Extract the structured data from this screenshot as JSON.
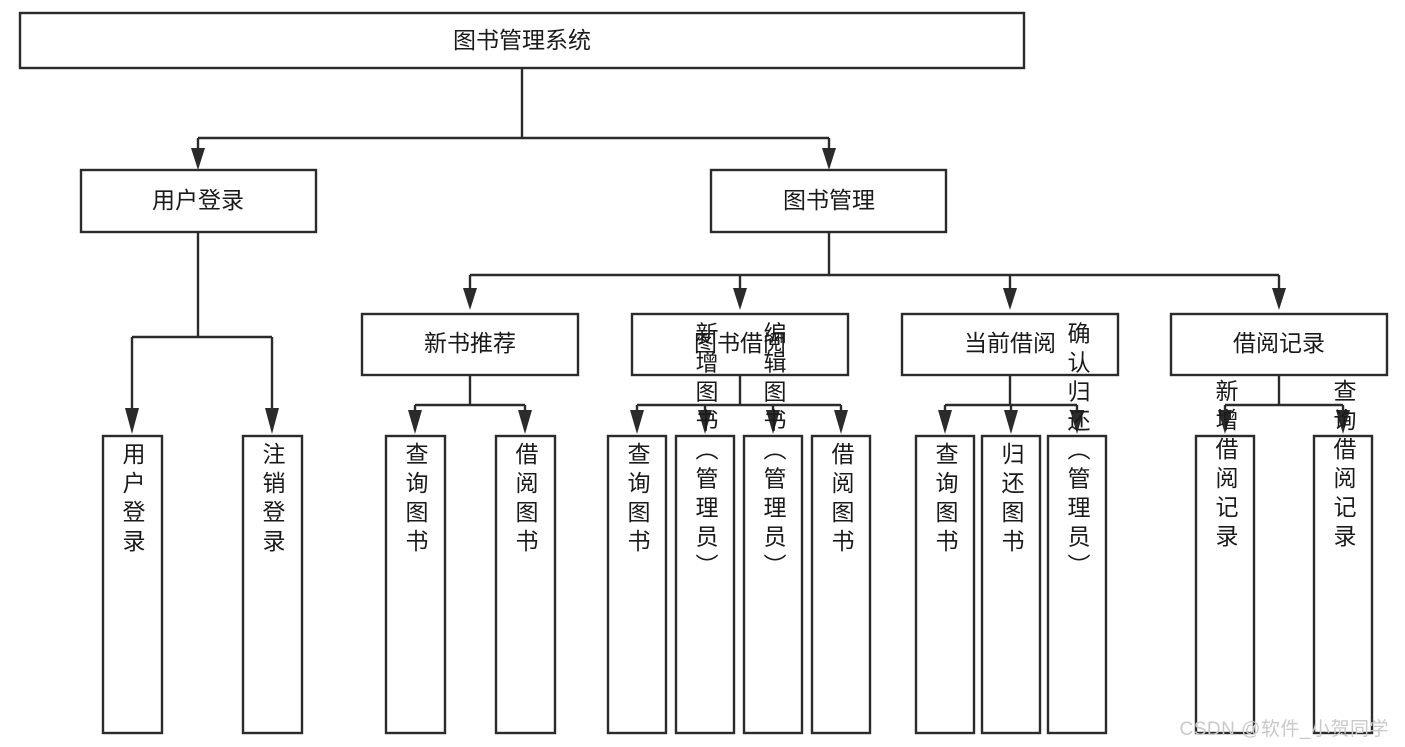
{
  "diagram": {
    "type": "tree-hierarchy-chart",
    "title": "图书管理系统",
    "colors": {
      "box_fill": "#ffffff",
      "box_stroke": "#2b2b2b",
      "text": "#1a1a1a",
      "background": "#ffffff",
      "watermark": "#c9c9c9"
    },
    "levels": [
      {
        "level": 1,
        "nodes": [
          {
            "id": "root",
            "label": "图书管理系统",
            "orientation": "horizontal"
          }
        ]
      },
      {
        "level": 2,
        "nodes": [
          {
            "id": "user-login",
            "label": "用户登录",
            "orientation": "horizontal",
            "parent": "root"
          },
          {
            "id": "book-manage",
            "label": "图书管理",
            "orientation": "horizontal",
            "parent": "root"
          }
        ]
      },
      {
        "level": 3,
        "nodes": [
          {
            "id": "new-book-rec",
            "label": "新书推荐",
            "orientation": "horizontal",
            "parent": "book-manage"
          },
          {
            "id": "book-borrow",
            "label": "图书借阅",
            "orientation": "horizontal",
            "parent": "book-manage"
          },
          {
            "id": "current-borrow",
            "label": "当前借阅",
            "orientation": "horizontal",
            "parent": "book-manage"
          },
          {
            "id": "borrow-record",
            "label": "借阅记录",
            "orientation": "horizontal",
            "parent": "book-manage"
          }
        ]
      },
      {
        "level": 4,
        "nodes": [
          {
            "id": "leaf-user-login",
            "label": "用户登录",
            "orientation": "vertical",
            "parent": "user-login"
          },
          {
            "id": "leaf-logout-login",
            "label": "注销登录",
            "orientation": "vertical",
            "parent": "user-login"
          },
          {
            "id": "leaf-query-book-1",
            "label": "查询图书",
            "orientation": "vertical",
            "parent": "new-book-rec"
          },
          {
            "id": "leaf-borrow-book-1",
            "label": "借阅图书",
            "orientation": "vertical",
            "parent": "new-book-rec"
          },
          {
            "id": "leaf-query-book-2",
            "label": "查询图书",
            "orientation": "vertical",
            "parent": "book-borrow"
          },
          {
            "id": "leaf-add-book",
            "label": "新增图书（管理员）",
            "orientation": "vertical",
            "parent": "book-borrow"
          },
          {
            "id": "leaf-edit-book",
            "label": "编辑图书（管理员）",
            "orientation": "vertical",
            "parent": "book-borrow"
          },
          {
            "id": "leaf-borrow-book-2",
            "label": "借阅图书",
            "orientation": "vertical",
            "parent": "book-borrow"
          },
          {
            "id": "leaf-query-book-3",
            "label": "查询图书",
            "orientation": "vertical",
            "parent": "current-borrow"
          },
          {
            "id": "leaf-return-book",
            "label": "归还图书",
            "orientation": "vertical",
            "parent": "current-borrow"
          },
          {
            "id": "leaf-confirm-return",
            "label": "确认归还（管理员）",
            "orientation": "vertical",
            "parent": "current-borrow"
          },
          {
            "id": "leaf-add-record",
            "label": "新增借阅记录",
            "orientation": "vertical",
            "parent": "borrow-record"
          },
          {
            "id": "leaf-query-record",
            "label": "查询借阅记录",
            "orientation": "vertical",
            "parent": "borrow-record"
          }
        ]
      }
    ]
  },
  "watermark": {
    "text": "CSDN @软件_小贺同学"
  }
}
